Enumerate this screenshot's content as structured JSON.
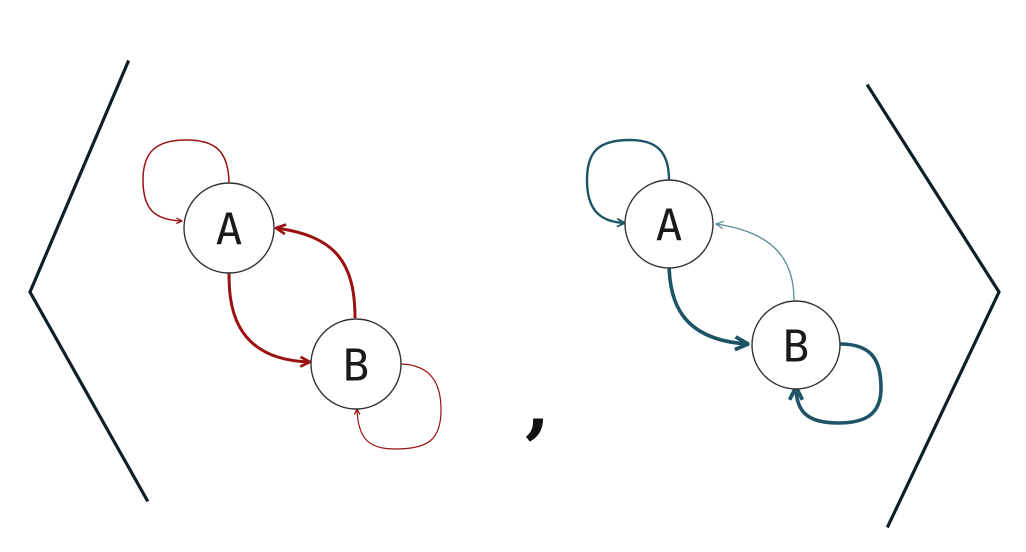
{
  "colors": {
    "left_graph": "#9b1010",
    "right_graph": "#1d5566",
    "bracket": "#0e1f26",
    "node_stroke": "#333333"
  },
  "left_graph": {
    "nodes": [
      {
        "id": "A",
        "label": "A"
      },
      {
        "id": "B",
        "label": "B"
      }
    ],
    "edges": [
      {
        "from": "A",
        "to": "A",
        "weight": "thin"
      },
      {
        "from": "A",
        "to": "B",
        "weight": "thick"
      },
      {
        "from": "B",
        "to": "A",
        "weight": "thick"
      },
      {
        "from": "B",
        "to": "B",
        "weight": "thin"
      }
    ]
  },
  "separator": ",",
  "right_graph": {
    "nodes": [
      {
        "id": "A",
        "label": "A"
      },
      {
        "id": "B",
        "label": "B"
      }
    ],
    "edges": [
      {
        "from": "A",
        "to": "A",
        "weight": "medium"
      },
      {
        "from": "A",
        "to": "B",
        "weight": "thick"
      },
      {
        "from": "B",
        "to": "A",
        "weight": "thin"
      },
      {
        "from": "B",
        "to": "B",
        "weight": "thick"
      }
    ]
  }
}
